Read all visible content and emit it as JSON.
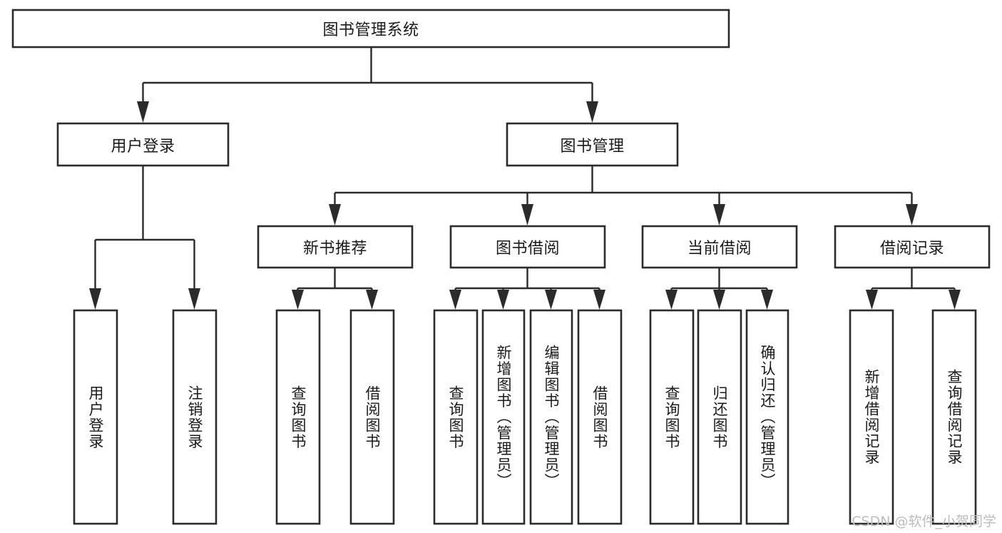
{
  "diagram": {
    "title": "图书管理系统",
    "type": "tree",
    "orientation": "top-down",
    "colors": {
      "box_stroke": "#2b2b2b",
      "box_fill": "#ffffff",
      "connector": "#2b2b2b",
      "text": "#1a1a1a",
      "background": "#ffffff",
      "watermark": "#bdbdbd"
    },
    "root": {
      "id": "root",
      "label": "图书管理系统",
      "orientation": "horizontal"
    },
    "level2": [
      {
        "id": "user-login",
        "label": "用户登录",
        "orientation": "horizontal"
      },
      {
        "id": "book-manage",
        "label": "图书管理",
        "orientation": "horizontal"
      }
    ],
    "level3": [
      {
        "id": "new-book-recommend",
        "label": "新书推荐",
        "orientation": "horizontal",
        "parent": "book-manage"
      },
      {
        "id": "book-borrow",
        "label": "图书借阅",
        "orientation": "horizontal",
        "parent": "book-manage"
      },
      {
        "id": "current-borrow",
        "label": "当前借阅",
        "orientation": "horizontal",
        "parent": "book-manage"
      },
      {
        "id": "borrow-record",
        "label": "借阅记录",
        "orientation": "horizontal",
        "parent": "book-manage"
      }
    ],
    "leaves": [
      {
        "id": "leaf-user-login",
        "label": "用户登录",
        "orientation": "vertical",
        "parent": "user-login"
      },
      {
        "id": "leaf-logout",
        "label": "注销登录",
        "orientation": "vertical",
        "parent": "user-login"
      },
      {
        "id": "leaf-query-book-rec",
        "label": "查询图书",
        "orientation": "vertical",
        "parent": "new-book-recommend"
      },
      {
        "id": "leaf-borrow-book-rec",
        "label": "借阅图书",
        "orientation": "vertical",
        "parent": "new-book-recommend"
      },
      {
        "id": "leaf-query-book-borrow",
        "label": "查询图书",
        "orientation": "vertical",
        "parent": "book-borrow"
      },
      {
        "id": "leaf-add-book-admin",
        "label": "新增图书（管理员）",
        "orientation": "vertical",
        "parent": "book-borrow"
      },
      {
        "id": "leaf-edit-book-admin",
        "label": "编辑图书（管理员）",
        "orientation": "vertical",
        "parent": "book-borrow"
      },
      {
        "id": "leaf-borrow-book",
        "label": "借阅图书",
        "orientation": "vertical",
        "parent": "book-borrow"
      },
      {
        "id": "leaf-query-book-current",
        "label": "查询图书",
        "orientation": "vertical",
        "parent": "current-borrow"
      },
      {
        "id": "leaf-return-book",
        "label": "归还图书",
        "orientation": "vertical",
        "parent": "current-borrow"
      },
      {
        "id": "leaf-confirm-return-admin",
        "label": "确认归还（管理员）",
        "orientation": "vertical",
        "parent": "current-borrow"
      },
      {
        "id": "leaf-add-borrow-record",
        "label": "新增借阅记录",
        "orientation": "vertical",
        "parent": "borrow-record"
      },
      {
        "id": "leaf-query-borrow-record",
        "label": "查询借阅记录",
        "orientation": "vertical",
        "parent": "borrow-record"
      }
    ]
  },
  "watermark": {
    "text": "CSDN @软件_小贺同学"
  }
}
